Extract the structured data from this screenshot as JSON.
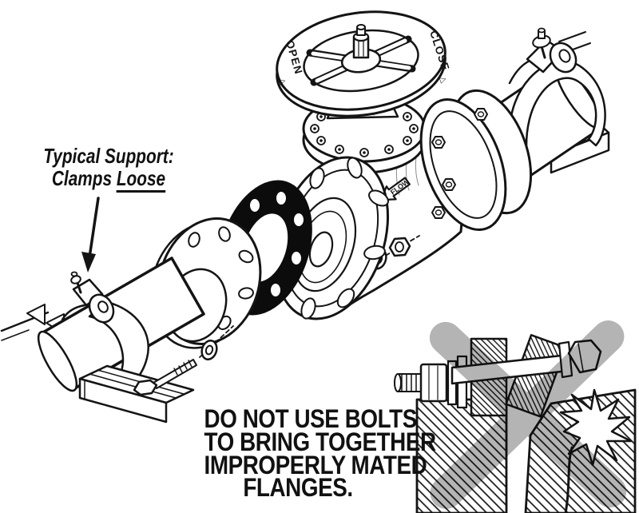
{
  "illustration": {
    "handwheel": {
      "open_label": "OPEN",
      "open_marker": "△",
      "close_label": "CLOSE",
      "close_marker": "△"
    },
    "valve": {
      "flow_label": "FLOW"
    },
    "support_note": {
      "line1": "Typical Support:",
      "line2_prefix": "Clamps ",
      "line2_emphasis": "Loose"
    },
    "warning": {
      "line1": "DO NOT USE BOLTS",
      "line2": "TO BRING TOGETHER",
      "line3": "IMPROPERLY MATED",
      "line4": "FLANGES."
    },
    "colors": {
      "ink": "#141414",
      "gasket_fill": "#0c0c0c",
      "x_overlay": "#b4b4b4",
      "background": "#ffffff"
    }
  }
}
